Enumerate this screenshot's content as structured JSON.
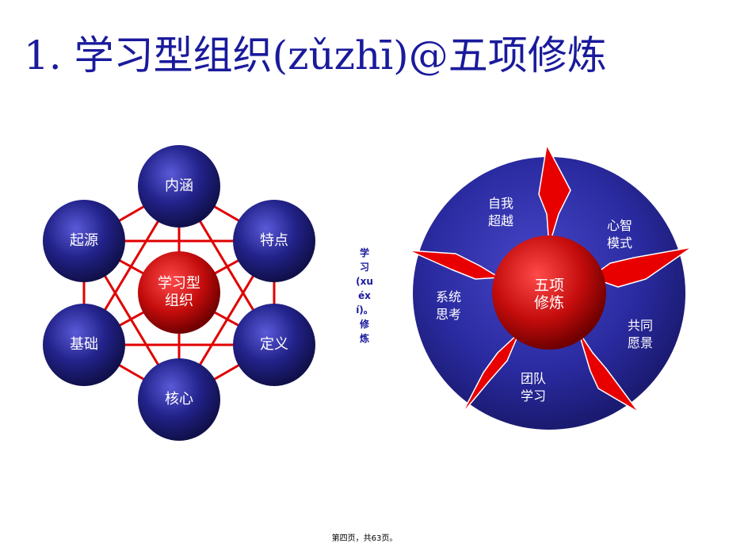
{
  "title": "1. 学习型组织(zǔzhī)@五项修炼",
  "left_diagram": {
    "center": "学习型\n组织",
    "nodes": {
      "top": "内涵",
      "upper_left": "起源",
      "upper_right": "特点",
      "lower_left": "基础",
      "lower_right": "定义",
      "bottom": "核心"
    }
  },
  "middle_vertical_text": "学习(xuéxí)。修炼",
  "right_diagram": {
    "center": "五项\n修炼",
    "segments": {
      "self_mastery": "自我\n超越",
      "mental_models": "心智\n模式",
      "shared_vision": "共同\n愿景",
      "team_learning": "团队\n学习",
      "systems_thinking": "系统\n思考"
    }
  },
  "footer": "第四页，共63页。",
  "colors": {
    "title": "#1a1a9c",
    "node_blue": "#2a2a8c",
    "center_red": "#c01010",
    "connector_red": "#e00000"
  }
}
